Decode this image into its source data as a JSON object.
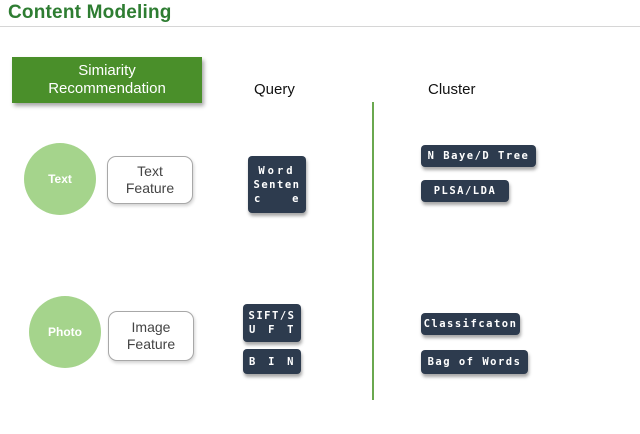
{
  "title": "Content Modeling",
  "banner": {
    "line1": "Simiarity",
    "line2": "Recommendation"
  },
  "headers": {
    "query": "Query",
    "cluster": "Cluster"
  },
  "rows": {
    "text": {
      "circle": "Text",
      "feature_line1": "Text",
      "feature_line2": "Feature",
      "query_chip": {
        "line1": "Word",
        "line2": "Senten",
        "line3a": "c",
        "line3b": "e"
      },
      "cluster_chips": [
        "N Baye/D Tree",
        "PLSA/LDA"
      ]
    },
    "photo": {
      "circle": "Photo",
      "feature_line1": "Image",
      "feature_line2": "Feature",
      "query_chip_top": {
        "line1": "SIFT/S",
        "line2a": "U",
        "line2b": "F",
        "line2c": "T"
      },
      "query_chip_bottom": {
        "a": "B",
        "b": "I",
        "c": "N"
      },
      "cluster_chips": [
        "Classifcaton",
        "Bag of Words"
      ]
    }
  },
  "colors": {
    "title_green": "#2e7d32",
    "banner_green": "#4a8f2a",
    "circle_green": "#a5d48c",
    "chip_navy": "#2d3b4e",
    "divider_green": "#6aa84f"
  }
}
